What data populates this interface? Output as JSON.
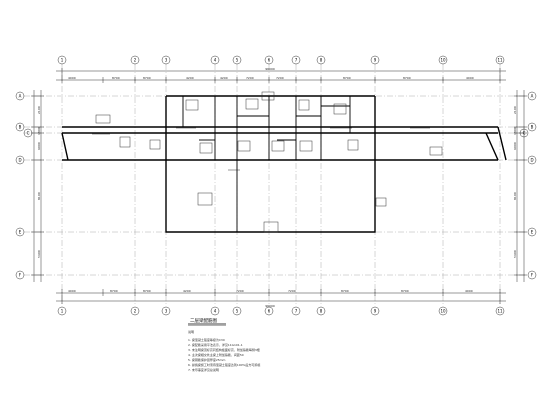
{
  "drawing": {
    "title": "二层梁配筋图",
    "notes_heading": "说明",
    "top_total_dim": "96000",
    "bottom_total_dim": "96000",
    "top_dims": [
      "4000",
      "8700",
      "8700",
      "4200",
      "4200",
      "7200",
      "7200",
      "8700",
      "8700",
      "4000"
    ],
    "bottom_dims": [
      "4000",
      "8700",
      "8700",
      "4200",
      "7200",
      "7200",
      "8700",
      "8700",
      "4000"
    ],
    "left_dims": [
      "2100",
      "6000",
      "1800",
      "8100",
      "5400"
    ],
    "right_dims": [
      "2100",
      "6000",
      "1800",
      "8100",
      "5400"
    ],
    "column_bubbles": [
      "1",
      "2",
      "3",
      "4",
      "5",
      "6",
      "7",
      "8",
      "9",
      "10",
      "11"
    ],
    "row_bubbles": [
      "A",
      "B",
      "C",
      "D",
      "E",
      "F"
    ],
    "notes": [
      "1. 梁混凝土强度等级为C30",
      "2. 梁配筋采用平法表示，详见11G101-1",
      "3. 未注明梁顶标高同结构板面标高，附加箍筋每侧3根",
      "4. 主次梁相交处主梁上附加箍筋，间距50",
      "5. 梁钢筋保护层厚度25mm",
      "6. 悬挑梁施工时须待混凝土强度达到100%后方可拆模",
      "7. 未尽事宜详见总说明"
    ]
  }
}
